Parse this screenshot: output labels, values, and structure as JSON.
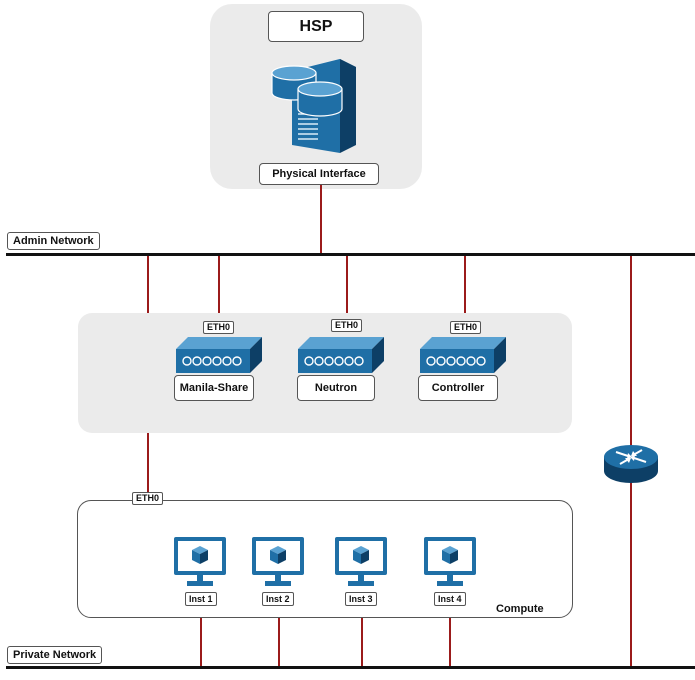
{
  "hsp": {
    "title": "HSP",
    "interface_label": "Physical Interface",
    "icon": "server-with-database-icon"
  },
  "networks": {
    "admin": "Admin Network",
    "private": "Private Network"
  },
  "nodes": [
    {
      "label": "Manila-Share",
      "port": "ETH0",
      "icon": "switch-icon"
    },
    {
      "label": "Neutron",
      "port": "ETH0",
      "icon": "switch-icon"
    },
    {
      "label": "Controller",
      "port": "ETH0",
      "icon": "switch-icon"
    }
  ],
  "compute": {
    "label": "Compute",
    "port": "ETH0",
    "instances": [
      {
        "label": "Inst 1",
        "icon": "monitor-cube-icon"
      },
      {
        "label": "Inst 2",
        "icon": "monitor-cube-icon"
      },
      {
        "label": "Inst 3",
        "icon": "monitor-cube-icon"
      },
      {
        "label": "Inst 4",
        "icon": "monitor-cube-icon"
      }
    ]
  },
  "router": {
    "icon": "router-icon"
  },
  "colors": {
    "link": "#9b1b1b",
    "network_bus": "#111111",
    "device_blue": "#1f6fa6",
    "panel": "#ebebeb"
  }
}
